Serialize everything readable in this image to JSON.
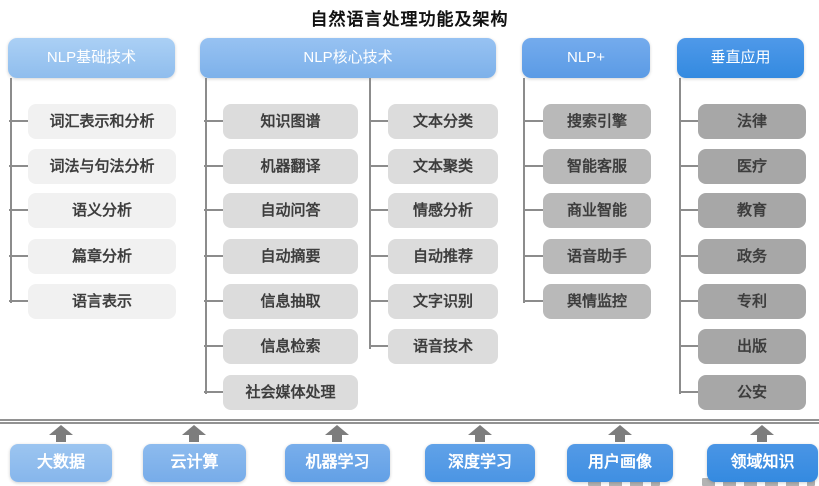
{
  "title": "自然语言处理功能及架构",
  "columns": [
    {
      "header": "NLP基础技术",
      "items": [
        "词汇表示和分析",
        "词法与句法分析",
        "语义分析",
        "篇章分析",
        "语言表示"
      ]
    },
    {
      "header": "NLP核心技术",
      "items_left": [
        "知识图谱",
        "机器翻译",
        "自动问答",
        "自动摘要",
        "信息抽取",
        "信息检索",
        "社会媒体处理"
      ],
      "items_right": [
        "文本分类",
        "文本聚类",
        "情感分析",
        "自动推荐",
        "文字识别",
        "语音技术"
      ]
    },
    {
      "header": "NLP+",
      "items": [
        "搜索引擎",
        "智能客服",
        "商业智能",
        "语音助手",
        "舆情监控"
      ]
    },
    {
      "header": "垂直应用",
      "items": [
        "法律",
        "医疗",
        "教育",
        "政务",
        "专利",
        "出版",
        "公安"
      ]
    }
  ],
  "foundation": [
    "大数据",
    "云计算",
    "机器学习",
    "深度学习",
    "用户画像",
    "领域知识"
  ],
  "colors": {
    "header_blues": [
      "#9dc6f2",
      "#88b9ef",
      "#64a3e9",
      "#3f90e4"
    ],
    "item_grays": [
      "#f1f1f1",
      "#dcdcdc",
      "#b9b9b9",
      "#a7a7a7"
    ],
    "foundation_blues": [
      "#92bfee",
      "#83b4eb",
      "#6ea9e9",
      "#539ae6",
      "#4895e5",
      "#3d8fe3"
    ],
    "connector_gray": "#8c8c8c",
    "arrow_gray": "#7d7d7d",
    "item_text": "#3d3d3d",
    "header_text": "#ffffff"
  }
}
